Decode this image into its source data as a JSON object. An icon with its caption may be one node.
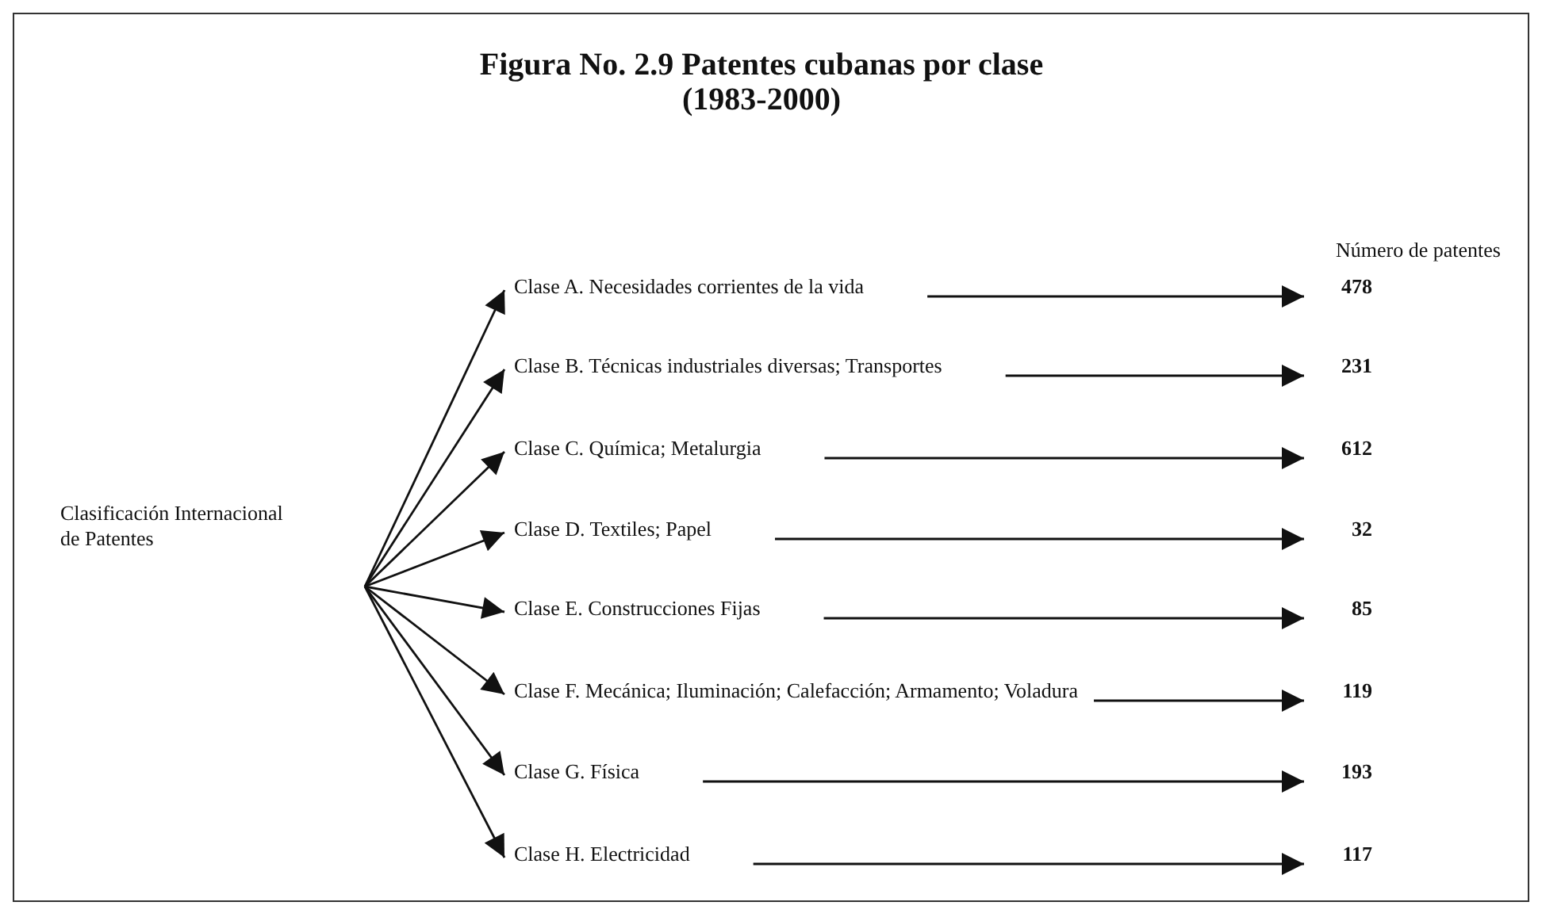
{
  "diagram": {
    "title": "Figura No. 2.9 Patentes cubanas por clase (1983-2000)",
    "nodes": [
      {
        "text": [
          "Clasificación Internacional de Patentes"
        ]
      },
      {
        "text": [
          "Clase A. Necesidades corrientes de la vida"
        ]
      },
      {
        "text": [
          "Clase B. Técnicas industriales diversas; Transportes"
        ]
      },
      {
        "text": [
          "Clase C. Química; Metalurgia"
        ]
      },
      {
        "text": [
          "Clase D. Textiles; Papel"
        ]
      },
      {
        "text": [
          "Clase E. Construcciones Fijas"
        ]
      },
      {
        "text": [
          "Clase F. Mecánica; Iluminación; Calefacción; Armamento; Voladura"
        ]
      },
      {
        "text": [
          "Clase G. Física"
        ]
      },
      {
        "text": [
          "Clase H. Electricidad"
        ]
      },
      {
        "text": [
          "478"
        ]
      },
      {
        "text": [
          "231"
        ]
      },
      {
        "text": [
          "612"
        ]
      },
      {
        "text": [
          "32"
        ]
      },
      {
        "text": [
          "85"
        ]
      },
      {
        "text": [
          "119"
        ]
      },
      {
        "text": [
          "193"
        ]
      },
      {
        "text": [
          "117"
        ]
      }
    ],
    "edges": [
      {
        "from": 0,
        "to": 1,
        "arrow": "to"
      },
      {
        "from": 0,
        "to": 2,
        "arrow": "to"
      },
      {
        "from": 0,
        "to": 3,
        "arrow": "to"
      },
      {
        "from": 0,
        "to": 4,
        "arrow": "to"
      },
      {
        "from": 0,
        "to": 5,
        "arrow": "to"
      },
      {
        "from": 0,
        "to": 6,
        "arrow": "to"
      },
      {
        "from": 0,
        "to": 7,
        "arrow": "to"
      },
      {
        "from": 0,
        "to": 8,
        "arrow": "to"
      },
      {
        "from": 1,
        "to": 9,
        "arrow": "to"
      },
      {
        "from": 2,
        "to": 10,
        "arrow": "to"
      },
      {
        "from": 3,
        "to": 11,
        "arrow": "to"
      },
      {
        "from": 4,
        "to": 12,
        "arrow": "to"
      },
      {
        "from": 5,
        "to": 13,
        "arrow": "to"
      },
      {
        "from": 6,
        "to": 14,
        "arrow": "to"
      },
      {
        "from": 7,
        "to": 15,
        "arrow": "to"
      },
      {
        "from": 8,
        "to": 16,
        "arrow": "to"
      }
    ],
    "labels": [
      "Número de patentes"
    ]
  }
}
